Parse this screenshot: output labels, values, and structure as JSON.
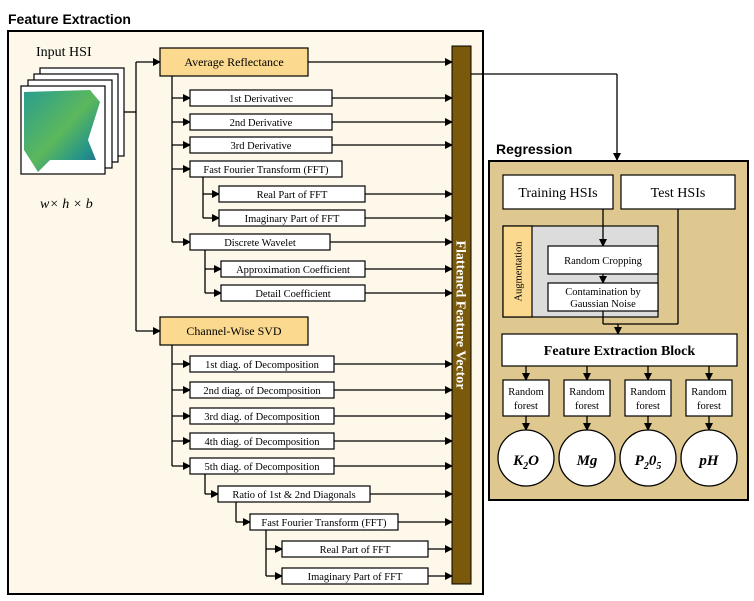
{
  "feature_extraction": {
    "title": "Feature Extraction",
    "input_label": "Input HSI",
    "dims_label": "w× h × b",
    "average_reflectance": "Average Reflectance",
    "derivative_1": "1st Derivativec",
    "derivative_2": "2nd Derivative",
    "derivative_3": "3rd Derivative",
    "fft": "Fast Fourier Transform (FFT)",
    "fft_real": "Real Part of FFT",
    "fft_imag": "Imaginary Part of FFT",
    "wavelet": "Discrete Wavelet",
    "approx_coef": "Approximation Coefficient",
    "detail_coef": "Detail Coefficient",
    "svd": "Channel-Wise SVD",
    "diag_1": "1st diag. of Decomposition",
    "diag_2": "2nd diag. of Decomposition",
    "diag_3": "3rd diag. of Decomposition",
    "diag_4": "4th diag. of Decomposition",
    "diag_5": "5th diag. of Decomposition",
    "ratio": "Ratio of 1st & 2nd Diagonals",
    "fft2": "Fast Fourier Transform (FFT)",
    "fft2_real": "Real Part of FFT",
    "fft2_imag": "Imaginary Part of FFT",
    "flattened": "Flattened Feature Vector"
  },
  "regression": {
    "title": "Regression",
    "training": "Training HSIs",
    "test": "Test HSIs",
    "augmentation": "Augmentation",
    "random_cropping": "Random Cropping",
    "contamination_1": "Contamination by",
    "contamination_2": "Gaussian Noise",
    "feature_block": "Feature Extraction Block",
    "rf_1": "Random",
    "rf_2": "forest",
    "outputs": [
      "K",
      "2",
      "O",
      "Mg",
      "P",
      "2",
      "0",
      "5",
      "pH"
    ]
  },
  "colors": {
    "panel_bg": "#fdf8ea",
    "regression_bg": "#dfc88f",
    "bar": "#7a5a0a",
    "yellow_box": "#fbd98e",
    "aug_bg": "#dcdcdc"
  }
}
